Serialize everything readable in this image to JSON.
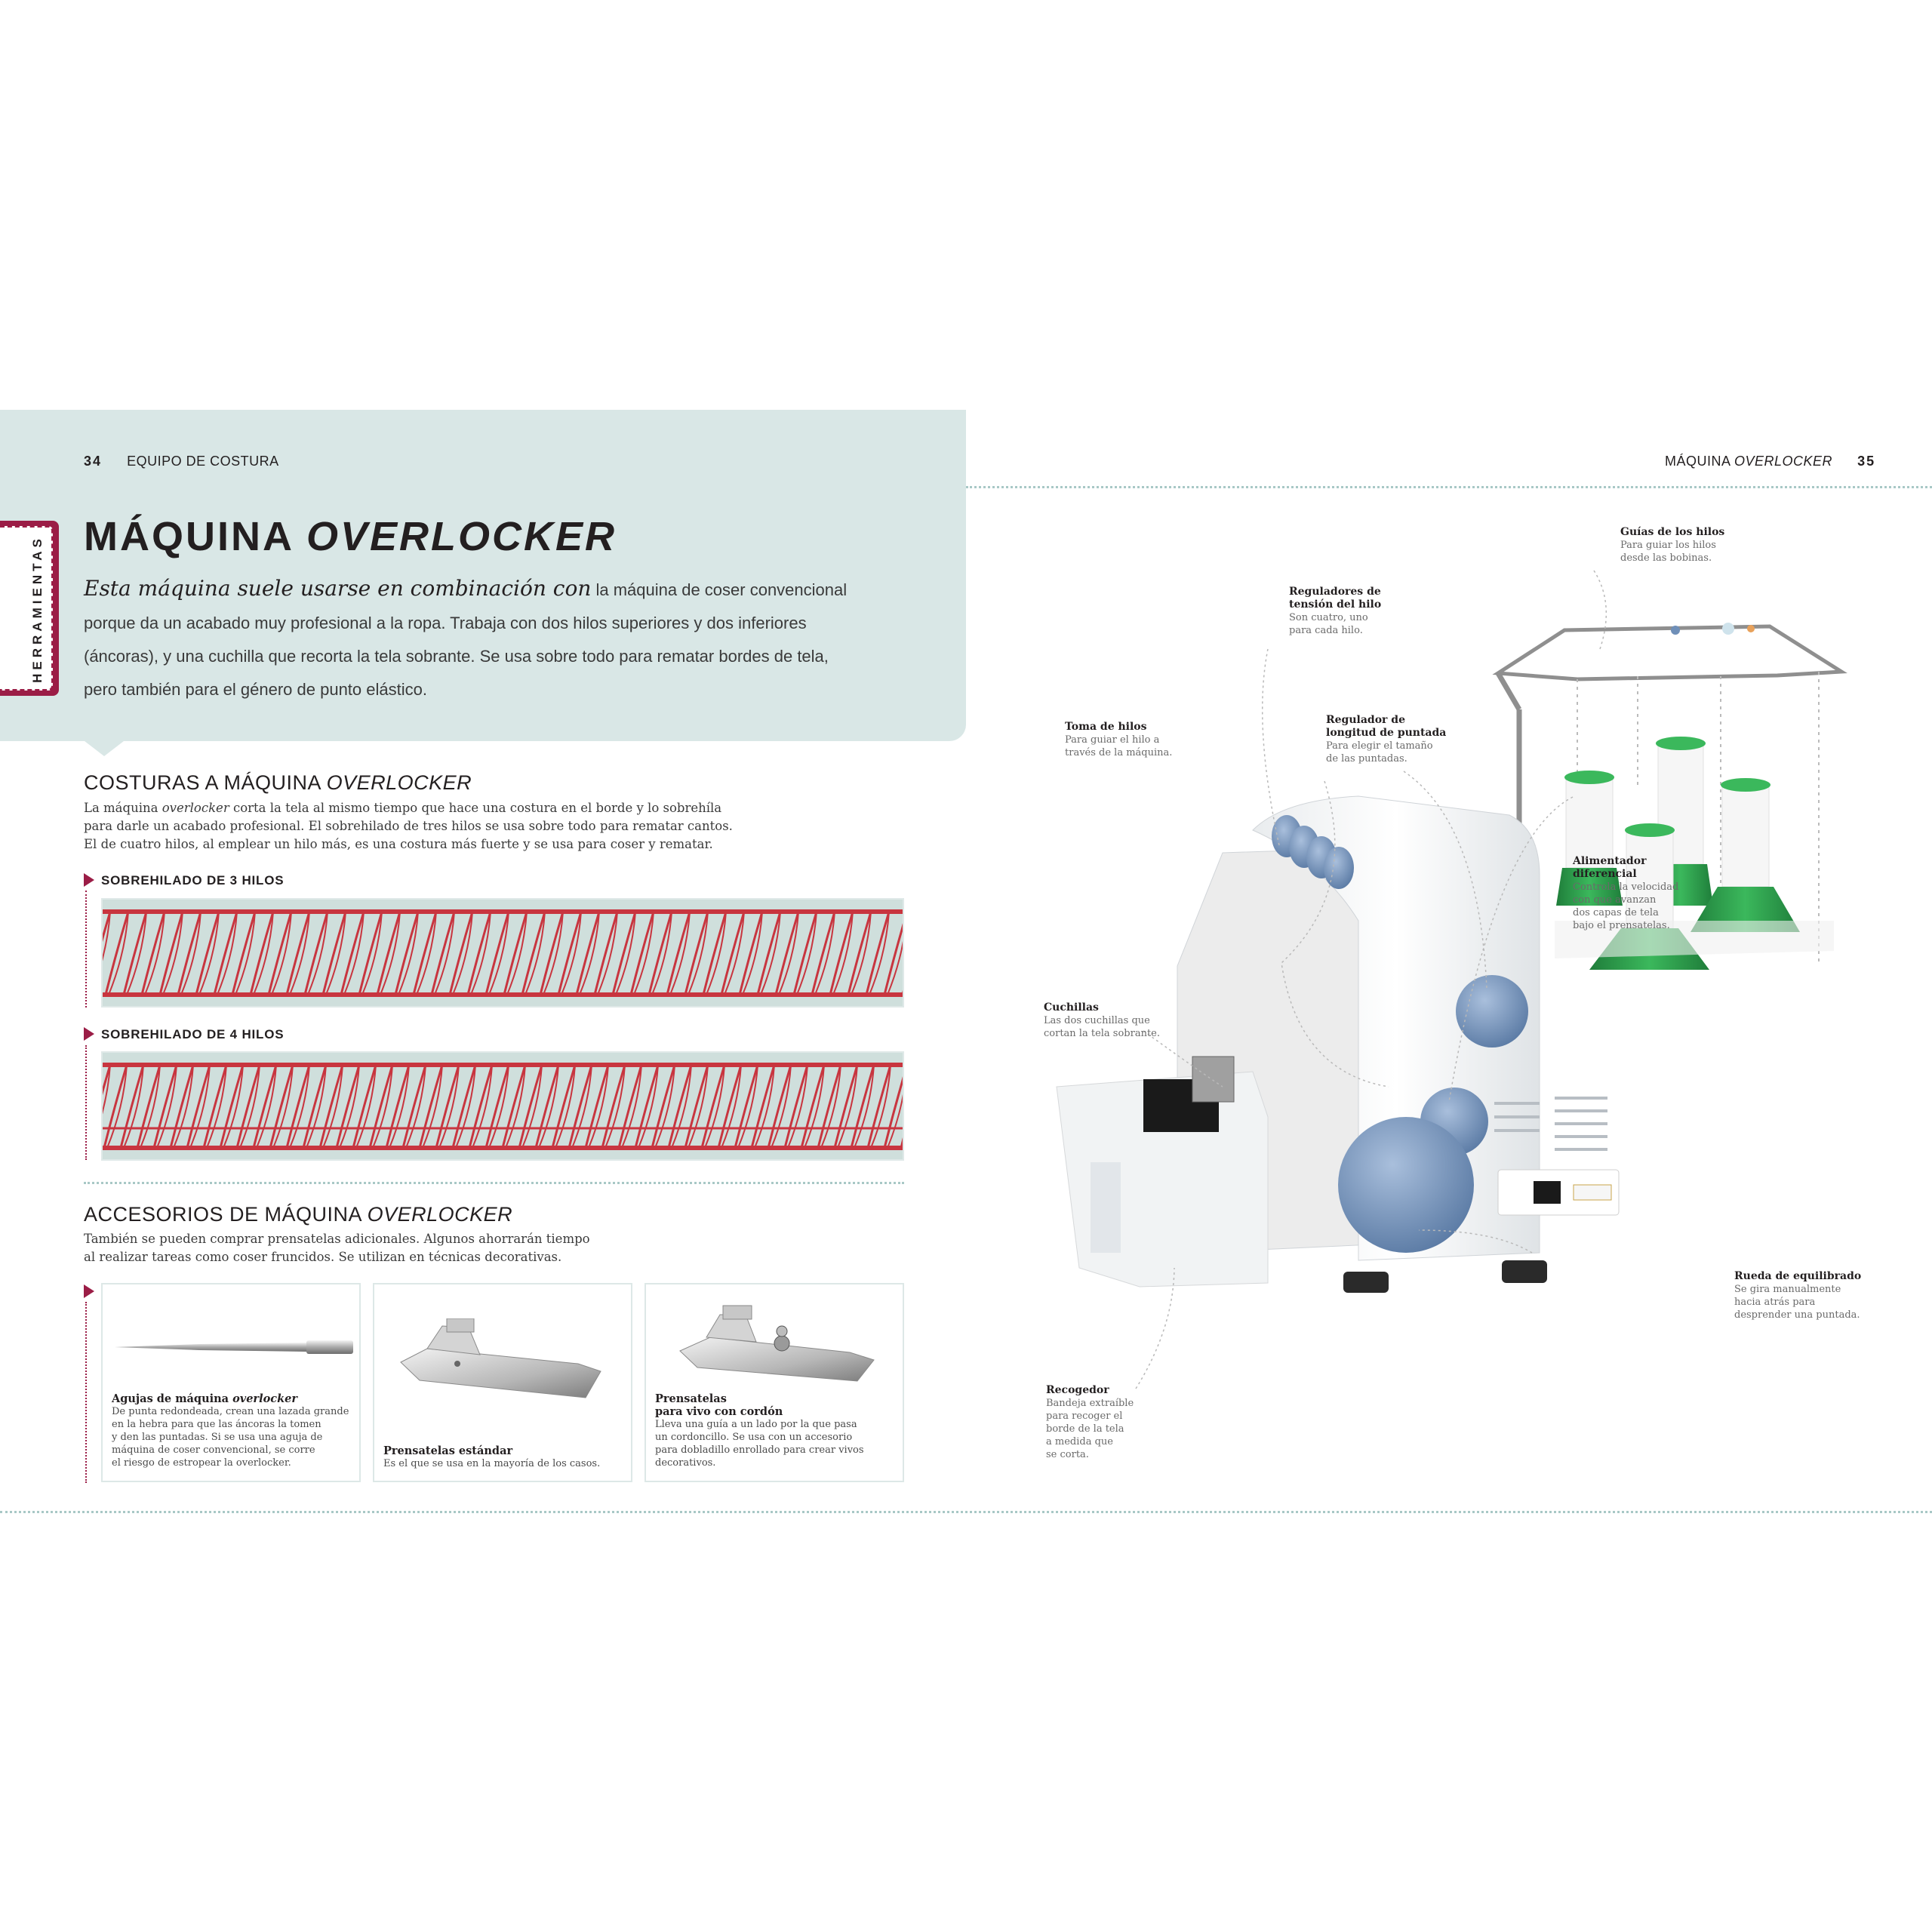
{
  "left_page": {
    "folio_number": "34",
    "folio_title": "EQUIPO DE COSTURA",
    "side_tab": "HERRAMIENTAS",
    "title_main": "MÁQUINA ",
    "title_italic": "OVERLOCKER",
    "intro_script": "Esta máquina suele usarse en combinación con",
    "intro_line1": " la máquina de coser convencional",
    "intro_line2": "porque da un acabado muy profesional a la ropa. Trabaja con dos hilos superiores y dos inferiores",
    "intro_line3": "(áncoras), y una cuchilla que recorta la tela sobrante. Se usa sobre todo para rematar bordes de tela,",
    "intro_line4": "pero también para el género de punto elástico.",
    "seams": {
      "heading_main": "COSTURAS A MÁQUINA ",
      "heading_italic": "OVERLOCKER",
      "body_line1_a": "La máquina ",
      "body_line1_italic": "overlocker",
      "body_line1_b": " corta la tela al mismo tiempo que hace una costura en el borde y lo sobrehíla",
      "body_line2": "para darle un acabado profesional. El sobrehilado de tres hilos se usa sobre todo para rematar cantos.",
      "body_line3": "El de cuatro hilos, al emplear un hilo más, es una costura más fuerte y se usa para coser y rematar.",
      "stitch1_label": "SOBREHILADO DE 3 HILOS",
      "stitch2_label": "SOBREHILADO DE 4 HILOS"
    },
    "accessories": {
      "heading_main": "ACCESORIOS DE MÁQUINA ",
      "heading_italic": "OVERLOCKER",
      "body_line1": "También se pueden comprar prensatelas adicionales. Algunos ahorrarán tiempo",
      "body_line2": "al realizar tareas como coser fruncidos. Se utilizan en técnicas decorativas.",
      "cards": [
        {
          "title_a": "Agujas de máquina ",
          "title_italic": "overlocker",
          "lines": [
            "De punta redondeada, crean una lazada grande",
            "en la hebra para que las áncoras la tomen",
            "y den las puntadas. Si se usa una aguja de",
            "máquina de coser convencional, se corre",
            "el riesgo de estropear la overlocker."
          ]
        },
        {
          "title_a": "Prensatelas estándar",
          "lines": [
            "Es el que se usa en la mayoría de los casos."
          ]
        },
        {
          "title_a": "Prensatelas",
          "title_b": "para vivo con cordón",
          "lines": [
            "Lleva una guía a un lado por la que pasa",
            "un cordoncillo. Se usa con un accesorio",
            "para dobladillo enrollado para crear vivos",
            "decorativos."
          ]
        }
      ]
    }
  },
  "right_page": {
    "folio_title_a": "MÁQUINA ",
    "folio_title_italic": "OVERLOCKER",
    "folio_number": "35",
    "labels": [
      {
        "id": "guias",
        "title": [
          "Guías de los hilos"
        ],
        "desc": [
          "Para guiar los hilos",
          "desde las bobinas."
        ]
      },
      {
        "id": "reguladores",
        "title": [
          "Reguladores de",
          "tensión del hilo"
        ],
        "desc": [
          "Son cuatro, uno",
          "para cada hilo."
        ]
      },
      {
        "id": "toma",
        "title": [
          "Toma de hilos"
        ],
        "desc": [
          "Para guiar el hilo a",
          "través de la máquina."
        ]
      },
      {
        "id": "regulador-longitud",
        "title": [
          "Regulador de",
          "longitud de puntada"
        ],
        "desc": [
          "Para elegir el tamaño",
          "de las puntadas."
        ]
      },
      {
        "id": "alimentador",
        "title": [
          "Alimentador",
          "diferencial"
        ],
        "desc": [
          "Controla la velocidad",
          "con que avanzan",
          "dos capas de tela",
          "bajo el prensatelas."
        ]
      },
      {
        "id": "cuchillas",
        "title": [
          "Cuchillas"
        ],
        "desc": [
          "Las dos cuchillas que",
          "cortan la tela sobrante."
        ]
      },
      {
        "id": "rueda",
        "title": [
          "Rueda de equilibrado"
        ],
        "desc": [
          "Se gira manualmente",
          "hacia atrás para",
          "desprender una puntada."
        ]
      },
      {
        "id": "recogedor",
        "title": [
          "Recogedor"
        ],
        "desc": [
          "Bandeja extraíble",
          "para recoger el",
          "borde de la tela",
          "a medida que",
          "se corta."
        ]
      }
    ]
  },
  "colors": {
    "band": "#d9e7e6",
    "accent": "#9b1d46",
    "thread_red": "#c8353f",
    "fabric": "#cfdfdc",
    "knob_blue": "#6f8fb8",
    "cone_green": "#2e9a4a"
  }
}
